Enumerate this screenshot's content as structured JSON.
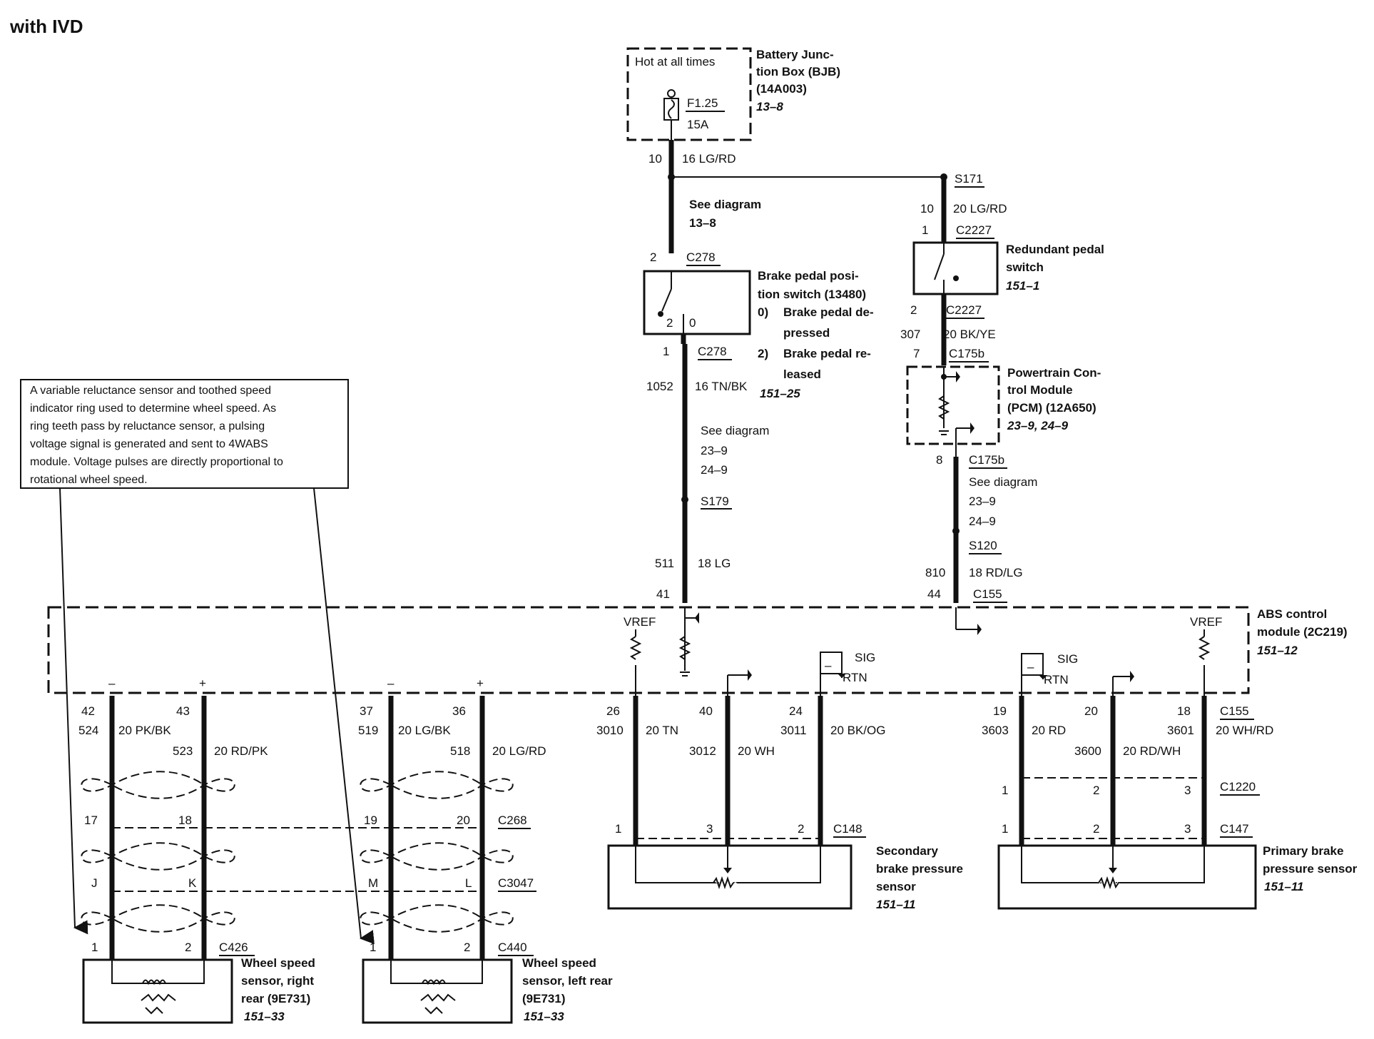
{
  "title": "with IVD",
  "bjb": {
    "hot": "Hot at all times",
    "fuse": "F1.25",
    "amp": "15A",
    "name": [
      "Battery Junc-",
      "tion Box (BJB)",
      "(14A003)"
    ],
    "ref": "13–8"
  },
  "wire_top": {
    "num": "10",
    "color": "16 LG/RD"
  },
  "see1": [
    "See diagram",
    "13–8"
  ],
  "s171": "S171",
  "wire_r1": {
    "num": "10",
    "color": "20 LG/RD"
  },
  "rps": {
    "pin1": "1",
    "conn1": "C2227",
    "name": [
      "Redundant pedal",
      "switch"
    ],
    "ref": "151–1",
    "pin2": "2",
    "conn2": "C2227"
  },
  "wire_r2": {
    "num": "307",
    "color": "20 BK/YE"
  },
  "pcm": {
    "pin7": "7",
    "conn7": "C175b",
    "name": [
      "Powertrain Con-",
      "trol Module",
      "(PCM) (12A650)"
    ],
    "ref": "23–9, 24–9",
    "pin8": "8",
    "conn8": "C175b"
  },
  "see3": [
    "See diagram",
    "23–9",
    "24–9"
  ],
  "s120": "S120",
  "wire_r3": {
    "num": "810",
    "color": "18 RD/LG"
  },
  "c155_top": {
    "pin": "44",
    "conn": "C155"
  },
  "bpp": {
    "pin2": "2",
    "conn2": "C278",
    "name": [
      "Brake pedal posi-",
      "tion switch (13480)"
    ],
    "s0": "0)",
    "s0t": [
      "Brake pedal de-",
      "pressed"
    ],
    "s2": "2)",
    "s2t": [
      "Brake pedal re-",
      "leased"
    ],
    "ref": "151–25",
    "sw2": "2",
    "sw0": "0",
    "pin1": "1",
    "conn1": "C278"
  },
  "wire_l1": {
    "num": "1052",
    "color": "16 TN/BK"
  },
  "see2": [
    "See diagram",
    "23–9",
    "24–9"
  ],
  "s179": "S179",
  "wire_l2": {
    "num": "511",
    "color": "18 LG"
  },
  "abs_pin41": "41",
  "note": [
    "A variable reluctance sensor and toothed speed",
    "indicator ring used to determine wheel speed. As",
    "ring teeth pass by reluctance sensor, a pulsing",
    "voltage signal is generated and sent to 4WABS",
    "module. Voltage pulses are directly proportional to",
    "rotational wheel speed."
  ],
  "abs": {
    "name": [
      "ABS control",
      "module (2C219)"
    ],
    "ref": "151–12",
    "vref": "VREF",
    "sig": "SIG",
    "rtn": "RTN",
    "minus": "–",
    "plus": "+"
  },
  "rr": {
    "pa": "42",
    "pb": "43",
    "na": "524",
    "ca": "20 PK/BK",
    "nb": "523",
    "cb": "20 RD/PK",
    "ia": "17",
    "ib": "18",
    "ja": "J",
    "jb": "K",
    "sa": "1",
    "sb": "2",
    "conn": "C426",
    "name": [
      "Wheel speed",
      "sensor, right",
      "rear (9E731)"
    ],
    "ref": "151–33"
  },
  "lr": {
    "pa": "37",
    "pb": "36",
    "na": "519",
    "ca": "20 LG/BK",
    "nb": "518",
    "cb": "20 LG/RD",
    "ia": "19",
    "ib": "20",
    "ja": "M",
    "jb": "L",
    "sa": "1",
    "sb": "2",
    "conn": "C440",
    "c268": "C268",
    "c3047": "C3047",
    "name": [
      "Wheel speed",
      "sensor, left rear",
      "(9E731)"
    ],
    "ref": "151–33"
  },
  "sec": {
    "p1": "26",
    "p2": "40",
    "p3": "24",
    "n1": "3010",
    "c1": "20 TN",
    "n2": "3012",
    "c2": "20 WH",
    "n3": "3011",
    "c3": "20 BK/OG",
    "s1": "1",
    "s3": "3",
    "s2": "2",
    "conn": "C148",
    "name": [
      "Secondary",
      "brake pressure",
      "sensor"
    ],
    "ref": "151–11"
  },
  "pri": {
    "p1": "19",
    "p2": "20",
    "p3": "18",
    "conn_top": "C155",
    "n1": "3603",
    "c1": "20 RD",
    "n2": "3600",
    "c2": "20 RD/WH",
    "n3": "3601",
    "c3": "20 WH/RD",
    "i1": "1",
    "i2": "2",
    "i3": "3",
    "iconn": "C1220",
    "s1": "1",
    "s2": "2",
    "s3": "3",
    "conn": "C147",
    "name": [
      "Primary brake",
      "pressure sensor"
    ],
    "ref": "151–11"
  }
}
